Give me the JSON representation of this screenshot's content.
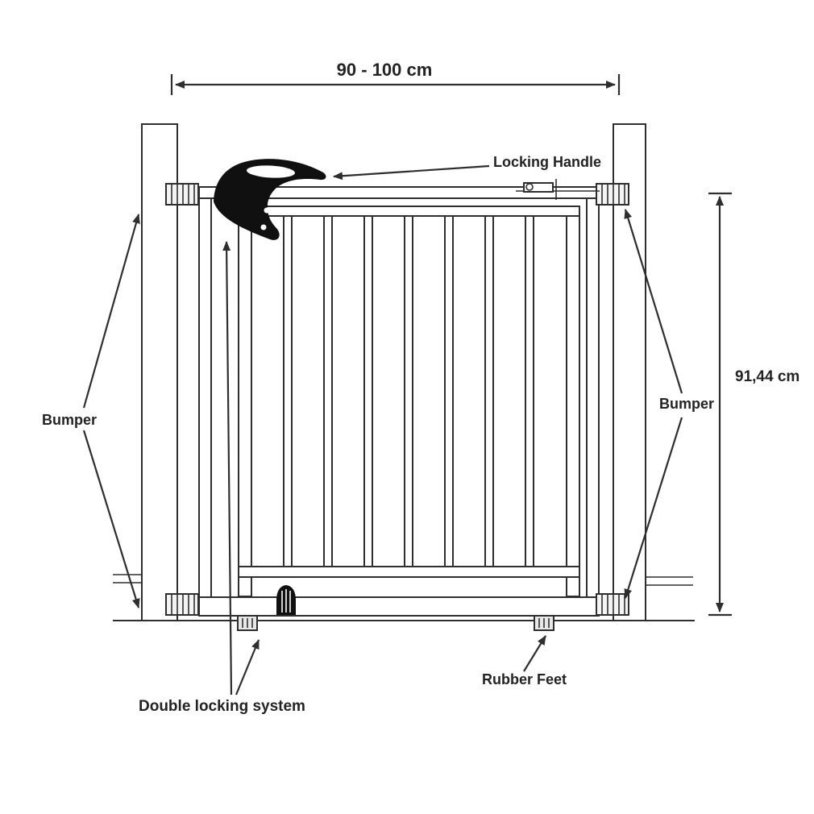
{
  "diagram": {
    "labels": {
      "width_dimension": "90 - 100 cm",
      "height_dimension": "91,44 cm",
      "locking_handle": "Locking Handle",
      "bumper_left": "Bumper",
      "bumper_right": "Bumper",
      "rubber_feet": "Rubber Feet",
      "double_locking_system": "Double locking system"
    },
    "colors": {
      "line": "#2e2e2e",
      "handle_fill": "#101010",
      "background": "#ffffff"
    }
  }
}
